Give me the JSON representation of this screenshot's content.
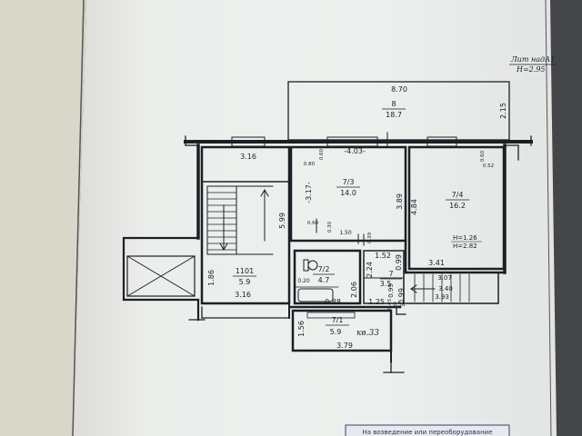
{
  "title": {
    "line1": "Лит надА1",
    "line2": "H=2.95"
  },
  "rooms": [
    {
      "id": "8",
      "area": "18.7"
    },
    {
      "id": "7/3",
      "area": "14.0"
    },
    {
      "id": "7/4",
      "area": "16.2"
    },
    {
      "id": "1101",
      "area": "5.9"
    },
    {
      "id": "7/2",
      "area": "4.7"
    },
    {
      "id": "7",
      "area": "3.5"
    },
    {
      "id": "7/1",
      "area": "5.9"
    }
  ],
  "dimensions": {
    "d870": "8.70",
    "d215": "2.15",
    "d403": "-4.03-",
    "d316a": "3.16",
    "d317": "-3.17-",
    "d389": "3.89",
    "d484": "4.84",
    "d599": "5.99",
    "d186": "1.86",
    "d316b": "3.16",
    "d206": "2.06",
    "d224": "2.24",
    "d152": "1.52",
    "d341": "3.41",
    "d099": "0.99",
    "d099b": "0.99",
    "d150": "1.50",
    "d038": "0.38",
    "d088": "0.88",
    "d020": "0.20",
    "d125": "1.25",
    "d099c": "0.99",
    "d156": "1.56",
    "d379": "3.79",
    "d307": "3.07",
    "d340": "3.40",
    "d393": "3.93",
    "d060": "0.60",
    "d080": "0.80",
    "d052": "0.52",
    "d060b": "0.60",
    "d030": "0.30",
    "d039": "0.39",
    "d045": "0.45",
    "d060c": "0.60"
  },
  "height_note": {
    "line1": "H=1.26",
    "line2": "H=2.82"
  },
  "apartment": "кв.33",
  "stamp": "На возведение или переоборудование"
}
